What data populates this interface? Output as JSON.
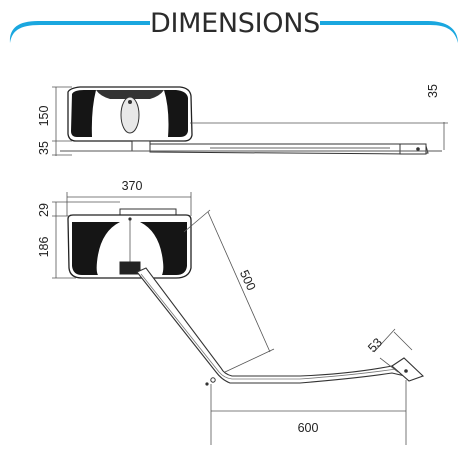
{
  "header": {
    "title": "DIMENSIONS",
    "accent_color": "#1aa7df"
  },
  "dimensions": {
    "side_height": "150",
    "side_base": "35",
    "side_arm_height": "35",
    "top_width": "370",
    "top_depth_small": "29",
    "top_depth_body": "186",
    "arm_long": "500",
    "arm_bracket": "53",
    "arm_span": "600"
  }
}
